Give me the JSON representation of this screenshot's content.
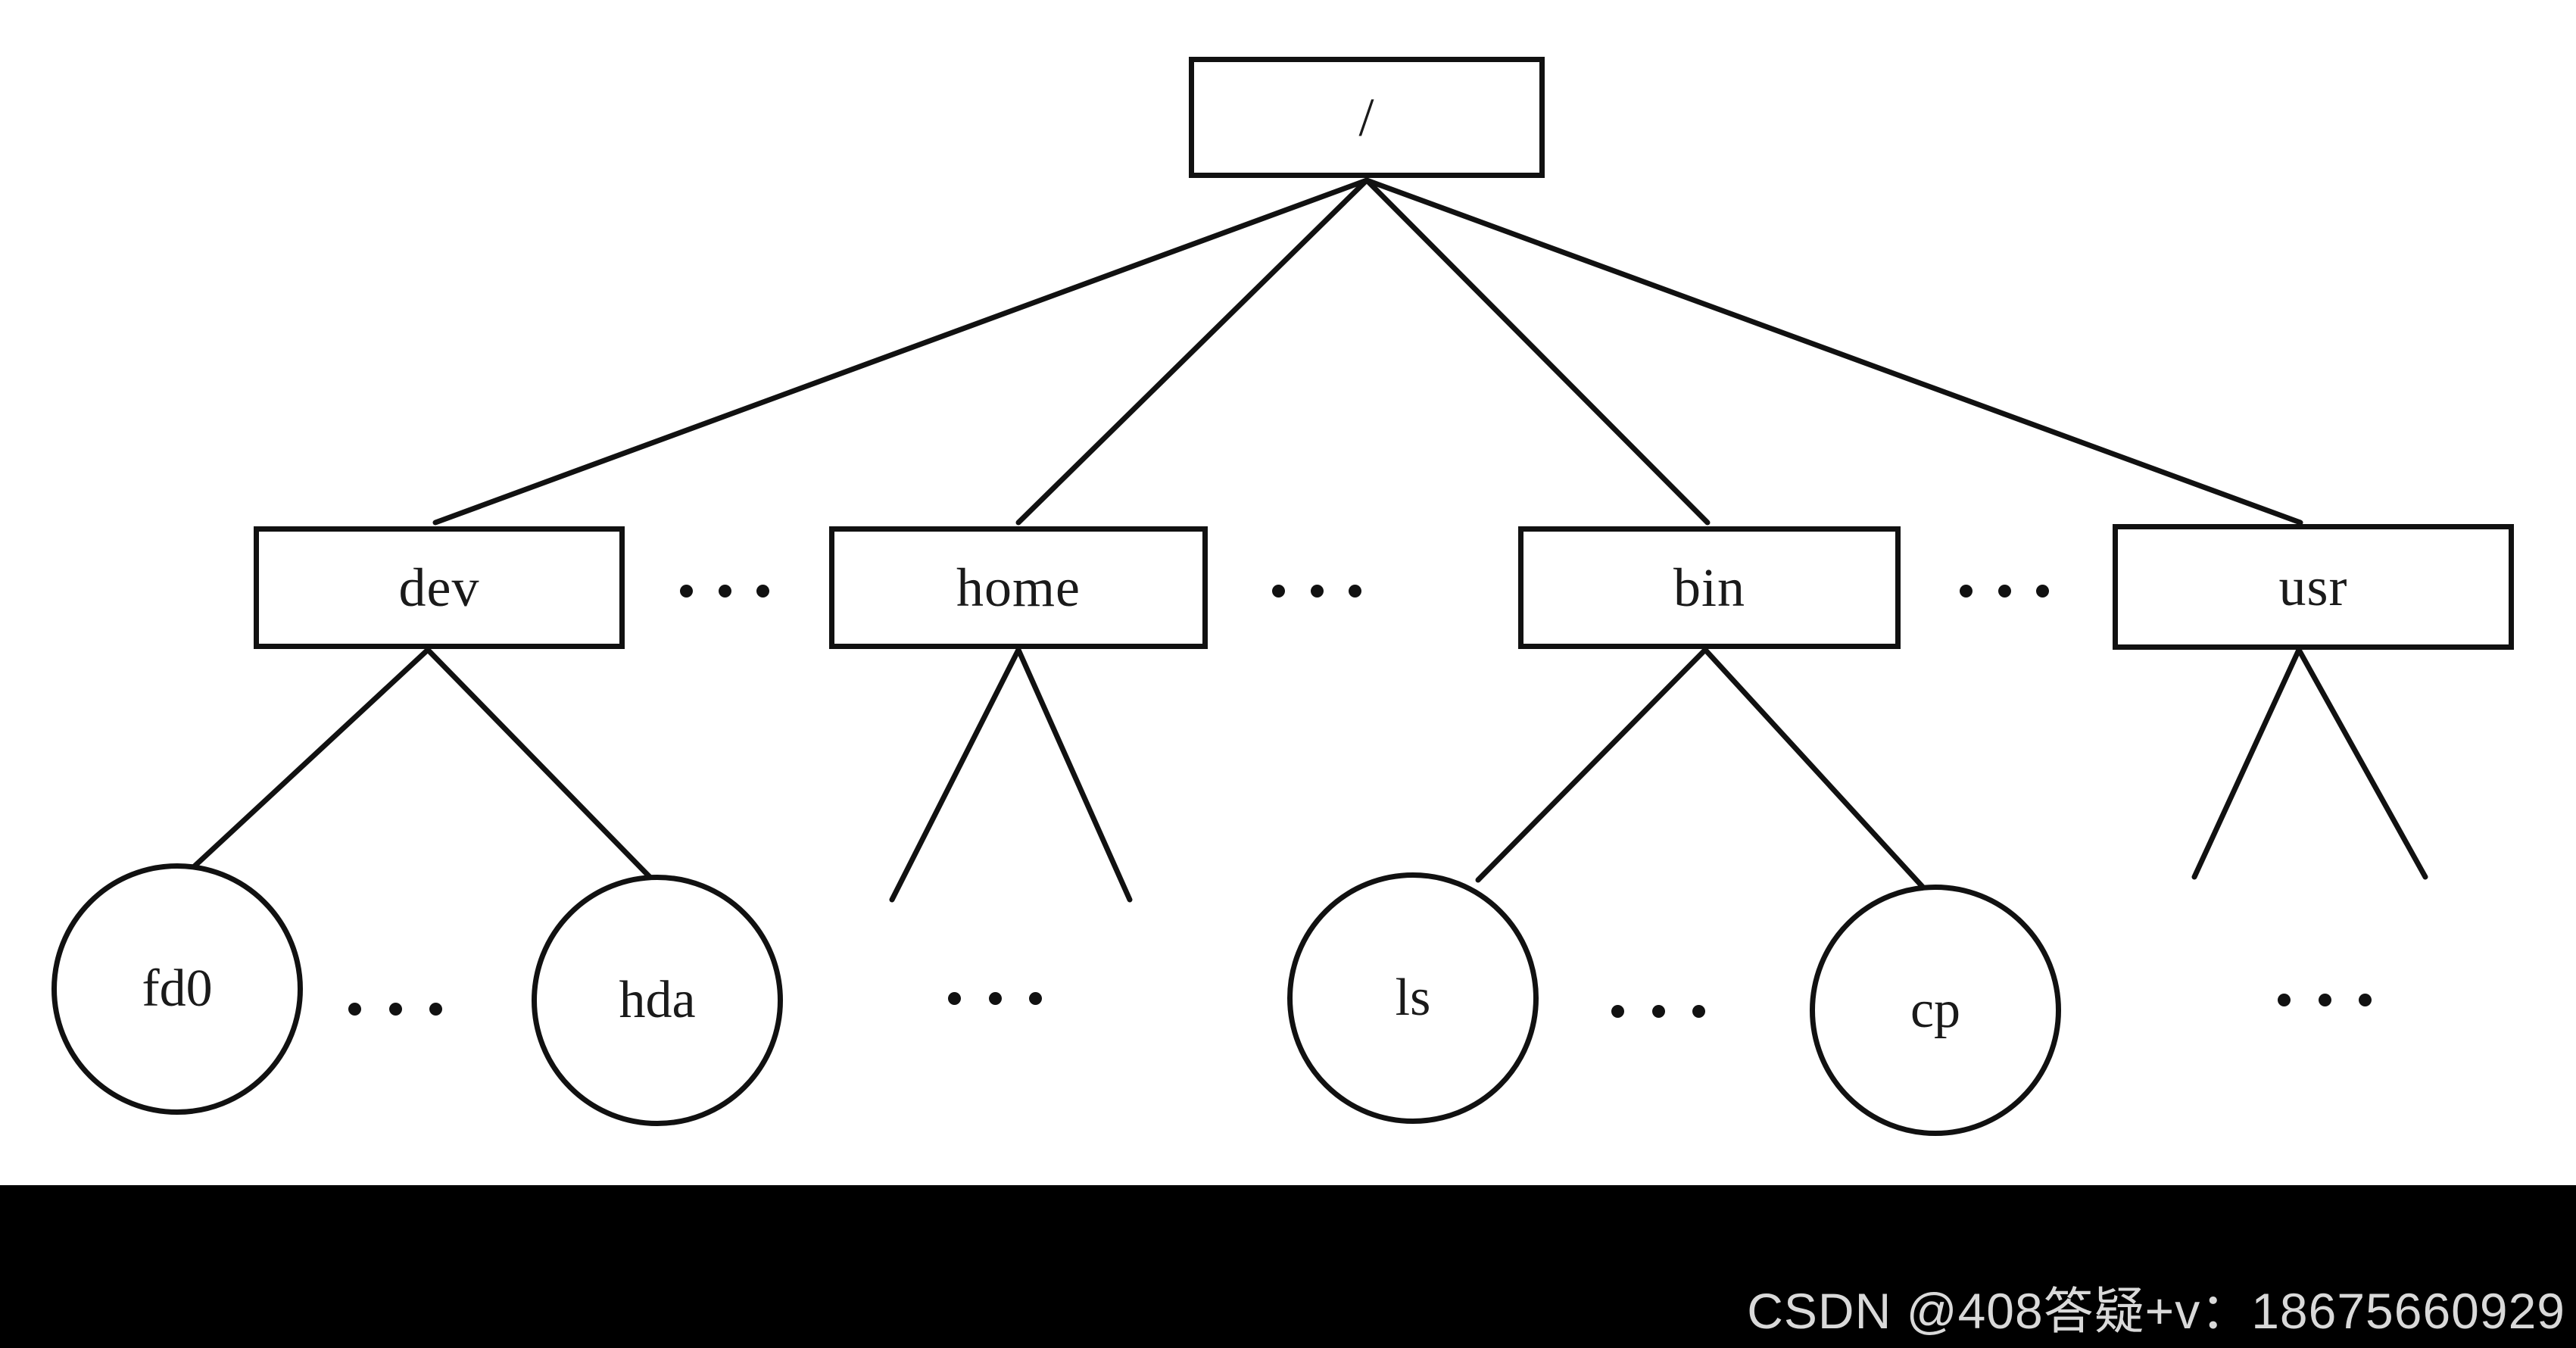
{
  "diagram": {
    "title": "Linux filesystem hierarchy tree",
    "background_color": "#ffffff",
    "stroke_color": "#111111",
    "text_color": "#1a1a1a"
  },
  "root": {
    "label": "/",
    "shape": "rect"
  },
  "level2": [
    {
      "label": "dev",
      "shape": "rect"
    },
    {
      "label": "home",
      "shape": "rect"
    },
    {
      "label": "bin",
      "shape": "rect"
    },
    {
      "label": "usr",
      "shape": "rect"
    }
  ],
  "level2_ellipses": [
    {
      "label": "..."
    },
    {
      "label": "..."
    },
    {
      "label": "..."
    }
  ],
  "level3": [
    {
      "label": "fd0",
      "shape": "circle",
      "parent": "dev"
    },
    {
      "label": "hda",
      "shape": "circle",
      "parent": "dev"
    },
    {
      "label": "ls",
      "shape": "circle",
      "parent": "bin"
    },
    {
      "label": "cp",
      "shape": "circle",
      "parent": "bin"
    }
  ],
  "level3_ellipses": [
    {
      "label": "...",
      "under": "dev"
    },
    {
      "label": "...",
      "under": "home"
    },
    {
      "label": "...",
      "under": "bin"
    },
    {
      "label": "...",
      "under": "usr"
    }
  ],
  "footer": {
    "background_color": "#000000",
    "watermark": "CSDN @408答疑+v：18675660929",
    "watermark_color": "#d9d9d9"
  }
}
